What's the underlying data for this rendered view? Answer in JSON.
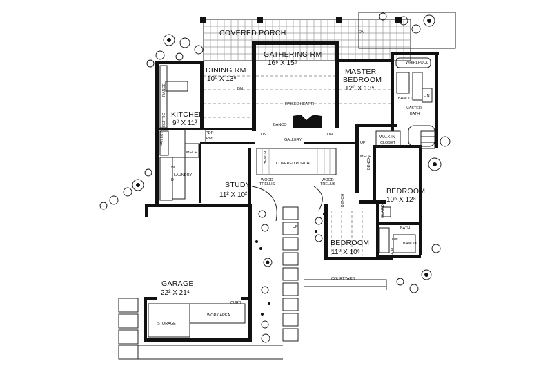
{
  "rooms": {
    "covered_porch_top": "COVERED PORCH",
    "gathering": {
      "name": "GATHERING  RM",
      "dim": "16⁸ X 15⁶"
    },
    "dining": {
      "name": "DINING  RM",
      "dim": "10⁰ X 13⁶"
    },
    "master": {
      "name": "MASTER",
      "name2": "BEDROOM",
      "dim": "12⁰ X 13⁶"
    },
    "kitchen": {
      "name": "KITCHEN",
      "dim": "9⁰ X 11²"
    },
    "study": {
      "name": "STUDY",
      "dim": "11² X 10²"
    },
    "bedroom_right": {
      "name": "BEDROOM",
      "dim": "10⁶ X 12⁸"
    },
    "bedroom_mid": {
      "name": "BEDROOM",
      "dim": "11⁰ X 10⁶"
    },
    "garage": {
      "name": "GARAGE",
      "dim": "22² X 21⁴"
    }
  },
  "labels": {
    "gallery": "GALLERY",
    "covered_porch_mid": "COVERED PORCH",
    "courtyard": "COURTYARD",
    "raised_hearth": "RAISED HEARTH",
    "whirlpool": "WHIRLPOOL",
    "master_bath": "MASTER",
    "master_bath2": "BATH",
    "walk_in": "WALK-IN",
    "walk_in2": "CLOSET",
    "bath": "BATH",
    "pdr": "PDR",
    "pdr2": "RM",
    "mech1": "MECH",
    "mech2": "MECH",
    "laundry": "LAUNDRY",
    "pantry": "PANTRY",
    "range": "RANGE",
    "refrig": "REFRIG",
    "storage": "STORAGE",
    "work_area": "WORK AREA",
    "curb": "CURB",
    "wood_trellis1": "WOOD",
    "wood_trellis1b": "TRELLIS",
    "wood_trellis2": "WOOD",
    "wood_trellis2b": "TRELLIS",
    "up": "UP",
    "dn": "DN",
    "dn2": "DN",
    "dn3": "DN",
    "dn4": "DN",
    "up2": "UP",
    "banco1": "BANCO",
    "banco2": "BANCO",
    "banco3": "BANCO",
    "lin1": "LIN",
    "lin2": "LIN",
    "seat": "SEAT",
    "bench1": "BENCH",
    "bench2": "BENCH",
    "bench3": "BENCH",
    "guard": "GUARD",
    "w": "W",
    "d": "D"
  },
  "icons": [
    "shrub-icon",
    "tree-icon",
    "fireplace-icon",
    "stair-icon"
  ]
}
